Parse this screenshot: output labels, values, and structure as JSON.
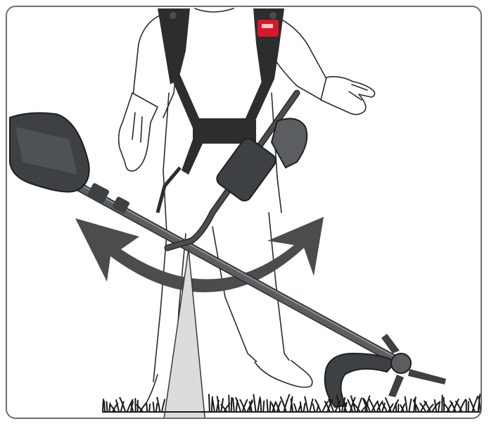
{
  "colors": {
    "frame": "#6d6e71",
    "arrow": "#4a4c4d",
    "tool_dark": "#3e4143",
    "tool_mid": "#5b5e60",
    "strap": "#2b2d2e",
    "buckle_red": "#d7182a",
    "line": "#2a2a2a",
    "beam": "#dcdcdc",
    "grass": "#1b1b1b"
  },
  "icons": {
    "operator": "operator-figure-outline",
    "harness": "shoulder-harness-icon",
    "trimmer": "string-trimmer-icon",
    "swing": "double-headed-curved-arrow",
    "grass": "grass-strip"
  }
}
